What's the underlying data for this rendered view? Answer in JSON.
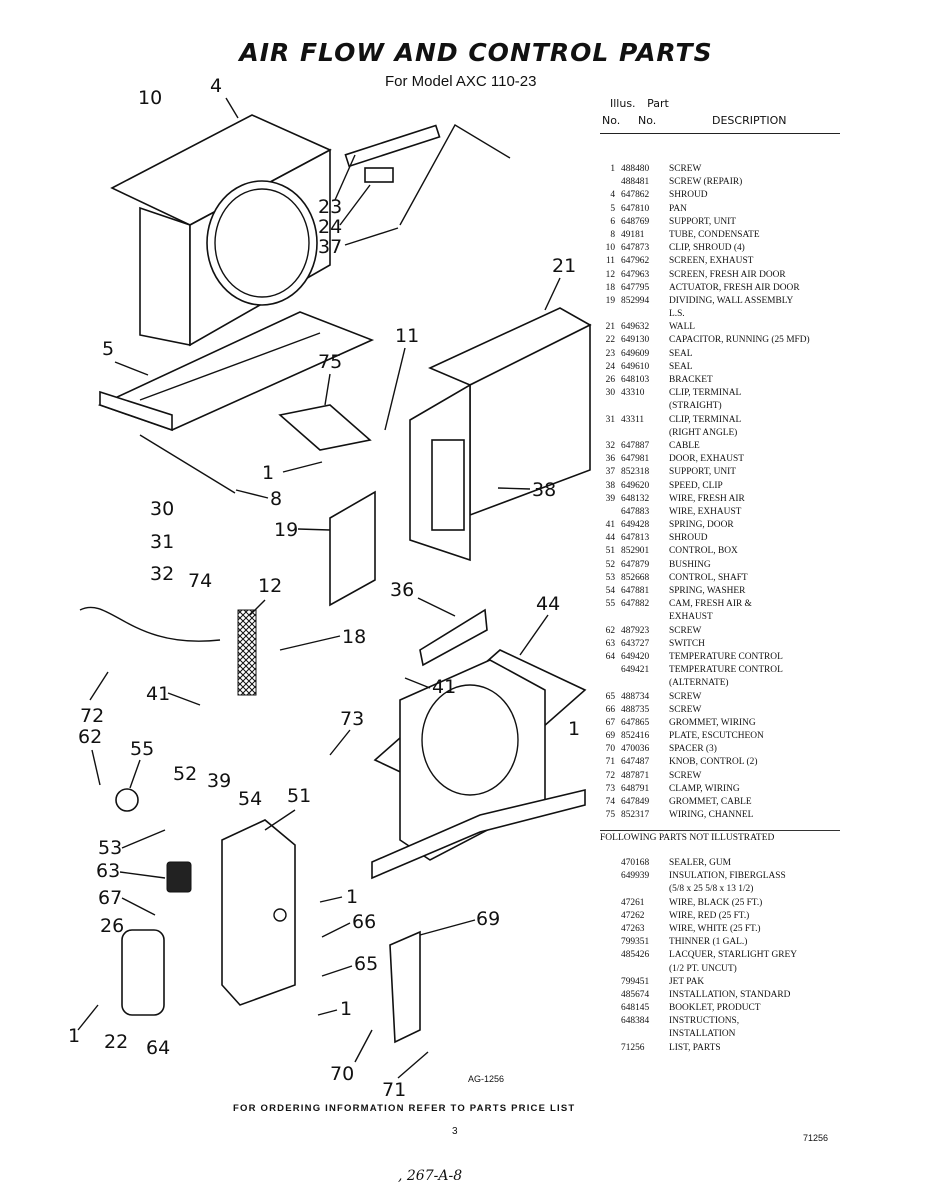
{
  "page": {
    "title": "AIR FLOW AND CONTROL PARTS",
    "subtitle": "For Model AXC 110-23",
    "ag_label": "AG-1256",
    "order_note": "FOR ORDERING INFORMATION REFER TO PARTS PRICE LIST",
    "page_number": "3",
    "corner_number": "71256",
    "handwritten": ", 267-A-8"
  },
  "parts_header": {
    "illus": "Illus.",
    "part": "Part",
    "no1": "No.",
    "no2": "No.",
    "description": "DESCRIPTION"
  },
  "parts": [
    {
      "illus": "1",
      "part": "488480",
      "desc": "SCREW"
    },
    {
      "illus": "",
      "part": "488481",
      "desc": "SCREW (REPAIR)"
    },
    {
      "illus": "4",
      "part": "647862",
      "desc": "SHROUD"
    },
    {
      "illus": "5",
      "part": "647810",
      "desc": "PAN"
    },
    {
      "illus": "6",
      "part": "648769",
      "desc": "SUPPORT, UNIT"
    },
    {
      "illus": "8",
      "part": "49181",
      "desc": "TUBE, CONDENSATE"
    },
    {
      "illus": "10",
      "part": "647873",
      "desc": "CLIP, SHROUD (4)"
    },
    {
      "illus": "11",
      "part": "647962",
      "desc": "SCREEN, EXHAUST"
    },
    {
      "illus": "12",
      "part": "647963",
      "desc": "SCREEN, FRESH AIR DOOR"
    },
    {
      "illus": "18",
      "part": "647795",
      "desc": "ACTUATOR, FRESH AIR DOOR"
    },
    {
      "illus": "19",
      "part": "852994",
      "desc": "DIVIDING, WALL ASSEMBLY"
    },
    {
      "illus": "",
      "part": "",
      "desc": "L.S."
    },
    {
      "illus": "21",
      "part": "649632",
      "desc": "WALL"
    },
    {
      "illus": "22",
      "part": "649130",
      "desc": "CAPACITOR, RUNNING (25 MFD)"
    },
    {
      "illus": "23",
      "part": "649609",
      "desc": "SEAL"
    },
    {
      "illus": "24",
      "part": "649610",
      "desc": "SEAL"
    },
    {
      "illus": "26",
      "part": "648103",
      "desc": "BRACKET"
    },
    {
      "illus": "30",
      "part": "43310",
      "desc": "CLIP, TERMINAL"
    },
    {
      "illus": "",
      "part": "",
      "desc": "(STRAIGHT)"
    },
    {
      "illus": "31",
      "part": "43311",
      "desc": "CLIP, TERMINAL"
    },
    {
      "illus": "",
      "part": "",
      "desc": "(RIGHT ANGLE)"
    },
    {
      "illus": "32",
      "part": "647887",
      "desc": "CABLE"
    },
    {
      "illus": "36",
      "part": "647981",
      "desc": "DOOR, EXHAUST"
    },
    {
      "illus": "37",
      "part": "852318",
      "desc": "SUPPORT, UNIT"
    },
    {
      "illus": "38",
      "part": "649620",
      "desc": "SPEED, CLIP"
    },
    {
      "illus": "39",
      "part": "648132",
      "desc": "WIRE, FRESH AIR"
    },
    {
      "illus": "",
      "part": "647883",
      "desc": "WIRE, EXHAUST"
    },
    {
      "illus": "41",
      "part": "649428",
      "desc": "SPRING, DOOR"
    },
    {
      "illus": "44",
      "part": "647813",
      "desc": "SHROUD"
    },
    {
      "illus": "51",
      "part": "852901",
      "desc": "CONTROL, BOX"
    },
    {
      "illus": "52",
      "part": "647879",
      "desc": "BUSHING"
    },
    {
      "illus": "53",
      "part": "852668",
      "desc": "CONTROL, SHAFT"
    },
    {
      "illus": "54",
      "part": "647881",
      "desc": "SPRING, WASHER"
    },
    {
      "illus": "55",
      "part": "647882",
      "desc": "CAM, FRESH AIR &"
    },
    {
      "illus": "",
      "part": "",
      "desc": "EXHAUST"
    },
    {
      "illus": "62",
      "part": "487923",
      "desc": "SCREW"
    },
    {
      "illus": "63",
      "part": "643727",
      "desc": "SWITCH"
    },
    {
      "illus": "64",
      "part": "649420",
      "desc": "TEMPERATURE CONTROL"
    },
    {
      "illus": "",
      "part": "649421",
      "desc": "TEMPERATURE CONTROL"
    },
    {
      "illus": "",
      "part": "",
      "desc": "(ALTERNATE)"
    },
    {
      "illus": "65",
      "part": "488734",
      "desc": "SCREW"
    },
    {
      "illus": "66",
      "part": "488735",
      "desc": "SCREW"
    },
    {
      "illus": "67",
      "part": "647865",
      "desc": "GROMMET, WIRING"
    },
    {
      "illus": "69",
      "part": "852416",
      "desc": "PLATE, ESCUTCHEON"
    },
    {
      "illus": "70",
      "part": "470036",
      "desc": "SPACER (3)"
    },
    {
      "illus": "71",
      "part": "647487",
      "desc": "KNOB, CONTROL (2)"
    },
    {
      "illus": "72",
      "part": "487871",
      "desc": "SCREW"
    },
    {
      "illus": "73",
      "part": "648791",
      "desc": "CLAMP, WIRING"
    },
    {
      "illus": "74",
      "part": "647849",
      "desc": "GROMMET, CABLE"
    },
    {
      "illus": "75",
      "part": "852317",
      "desc": "WIRING, CHANNEL"
    }
  ],
  "following_heading": "FOLLOWING PARTS NOT ILLUSTRATED",
  "extra_parts": [
    {
      "part": "470168",
      "desc": "SEALER, GUM"
    },
    {
      "part": "649939",
      "desc": "INSULATION, FIBERGLASS"
    },
    {
      "part": "",
      "desc": "(5/8 x 25 5/8 x 13 1/2)"
    },
    {
      "part": "47261",
      "desc": "WIRE, BLACK (25 FT.)"
    },
    {
      "part": "47262",
      "desc": "WIRE, RED (25 FT.)"
    },
    {
      "part": "47263",
      "desc": "WIRE, WHITE (25 FT.)"
    },
    {
      "part": "799351",
      "desc": "THINNER (1 GAL.)"
    },
    {
      "part": "485426",
      "desc": "LACQUER, STARLIGHT GREY"
    },
    {
      "part": "",
      "desc": "(1/2 PT. UNCUT)"
    },
    {
      "part": "799451",
      "desc": "JET PAK"
    },
    {
      "part": "485674",
      "desc": "INSTALLATION, STANDARD"
    },
    {
      "part": "648145",
      "desc": "BOOKLET, PRODUCT"
    },
    {
      "part": "648384",
      "desc": "INSTRUCTIONS,"
    },
    {
      "part": "",
      "desc": "INSTALLATION"
    },
    {
      "part": "71256",
      "desc": "LIST, PARTS"
    }
  ],
  "callouts": [
    "10",
    "4",
    "23",
    "24",
    "37",
    "21",
    "5",
    "75",
    "11",
    "1",
    "8",
    "38",
    "30",
    "31",
    "19",
    "32",
    "74",
    "12",
    "36",
    "44",
    "18",
    "72",
    "41",
    "62",
    "41",
    "73",
    "55",
    "52",
    "39",
    "54",
    "51",
    "1",
    "53",
    "63",
    "67",
    "1",
    "66",
    "69",
    "26",
    "65",
    "1",
    "22",
    "64",
    "1",
    "70",
    "71"
  ]
}
